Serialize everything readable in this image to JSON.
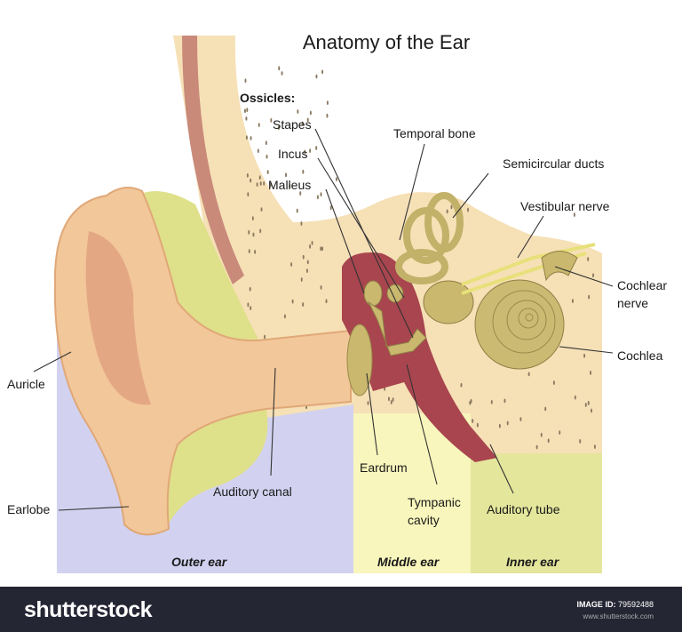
{
  "title": "Anatomy of the Ear",
  "labels": {
    "ossicles": "Ossicles:",
    "stapes": "Stapes",
    "incus": "Incus",
    "malleus": "Malleus",
    "temporal_bone": "Temporal bone",
    "semicircular_ducts": "Semicircular ducts",
    "vestibular_nerve": "Vestibular nerve",
    "cochlear_nerve_1": "Cochlear",
    "cochlear_nerve_2": "nerve",
    "cochlea": "Cochlea",
    "auricle": "Auricle",
    "earlobe": "Earlobe",
    "auditory_canal": "Auditory canal",
    "eardrum": "Eardrum",
    "tympanic_cavity_1": "Tympanic",
    "tympanic_cavity_2": "cavity",
    "auditory_tube": "Auditory tube"
  },
  "regions": {
    "outer": "Outer ear",
    "middle": "Middle ear",
    "inner": "Inner ear"
  },
  "colors": {
    "outer_ear_bg": "#d2d2f0",
    "middle_ear_bg": "#f8f6bc",
    "inner_ear_bg": "#e4e69c",
    "bone": "#f6e0b6",
    "skin": "#f2c79a",
    "cartilage": "#dfe08a",
    "cavity": "#a8454e",
    "ossicle": "#c9b86e",
    "footer": "#252634"
  },
  "footer": {
    "brand": "shutterstock",
    "image_id_label": "IMAGE ID:",
    "image_id": "79592488",
    "site": "www.shutterstock.com"
  }
}
